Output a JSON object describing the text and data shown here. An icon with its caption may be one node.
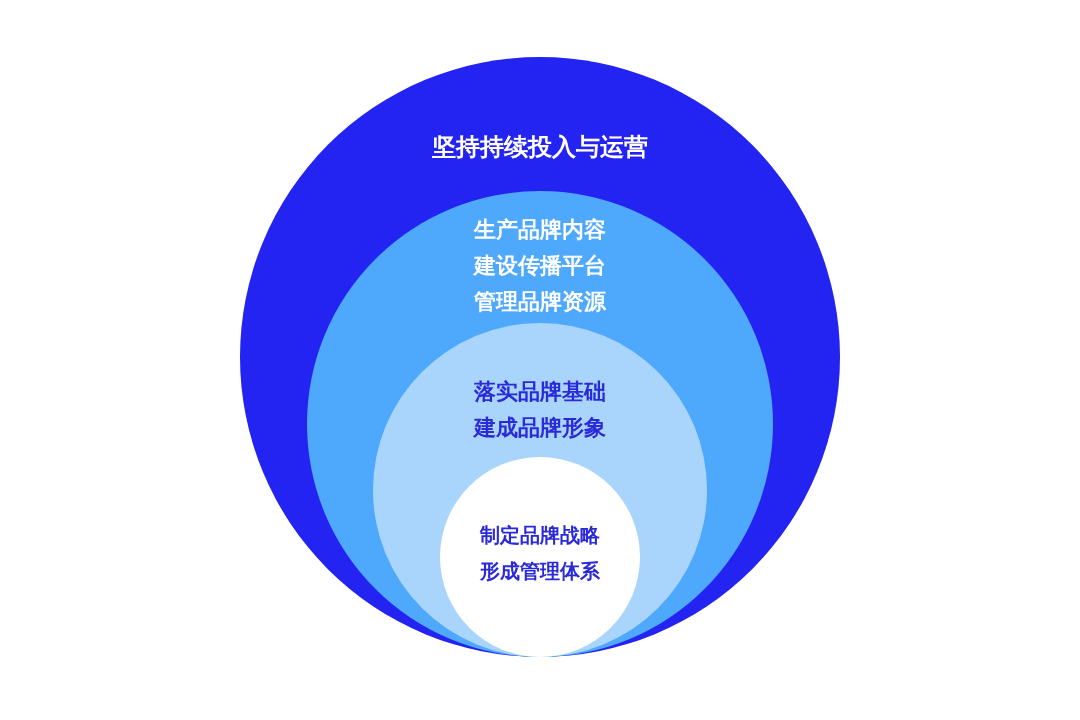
{
  "diagram": {
    "nodes": [
      {
        "text": [
          "坚持持续投入与运营"
        ]
      },
      {
        "text": [
          "生产品牌内容",
          "建设传播平台",
          "管理品牌资源"
        ],
        "in": 0
      },
      {
        "text": [
          "落实品牌基础",
          "建成品牌形象"
        ],
        "in": 1
      },
      {
        "text": [
          "制定品牌战略",
          "形成管理体系"
        ],
        "in": 2
      }
    ]
  }
}
